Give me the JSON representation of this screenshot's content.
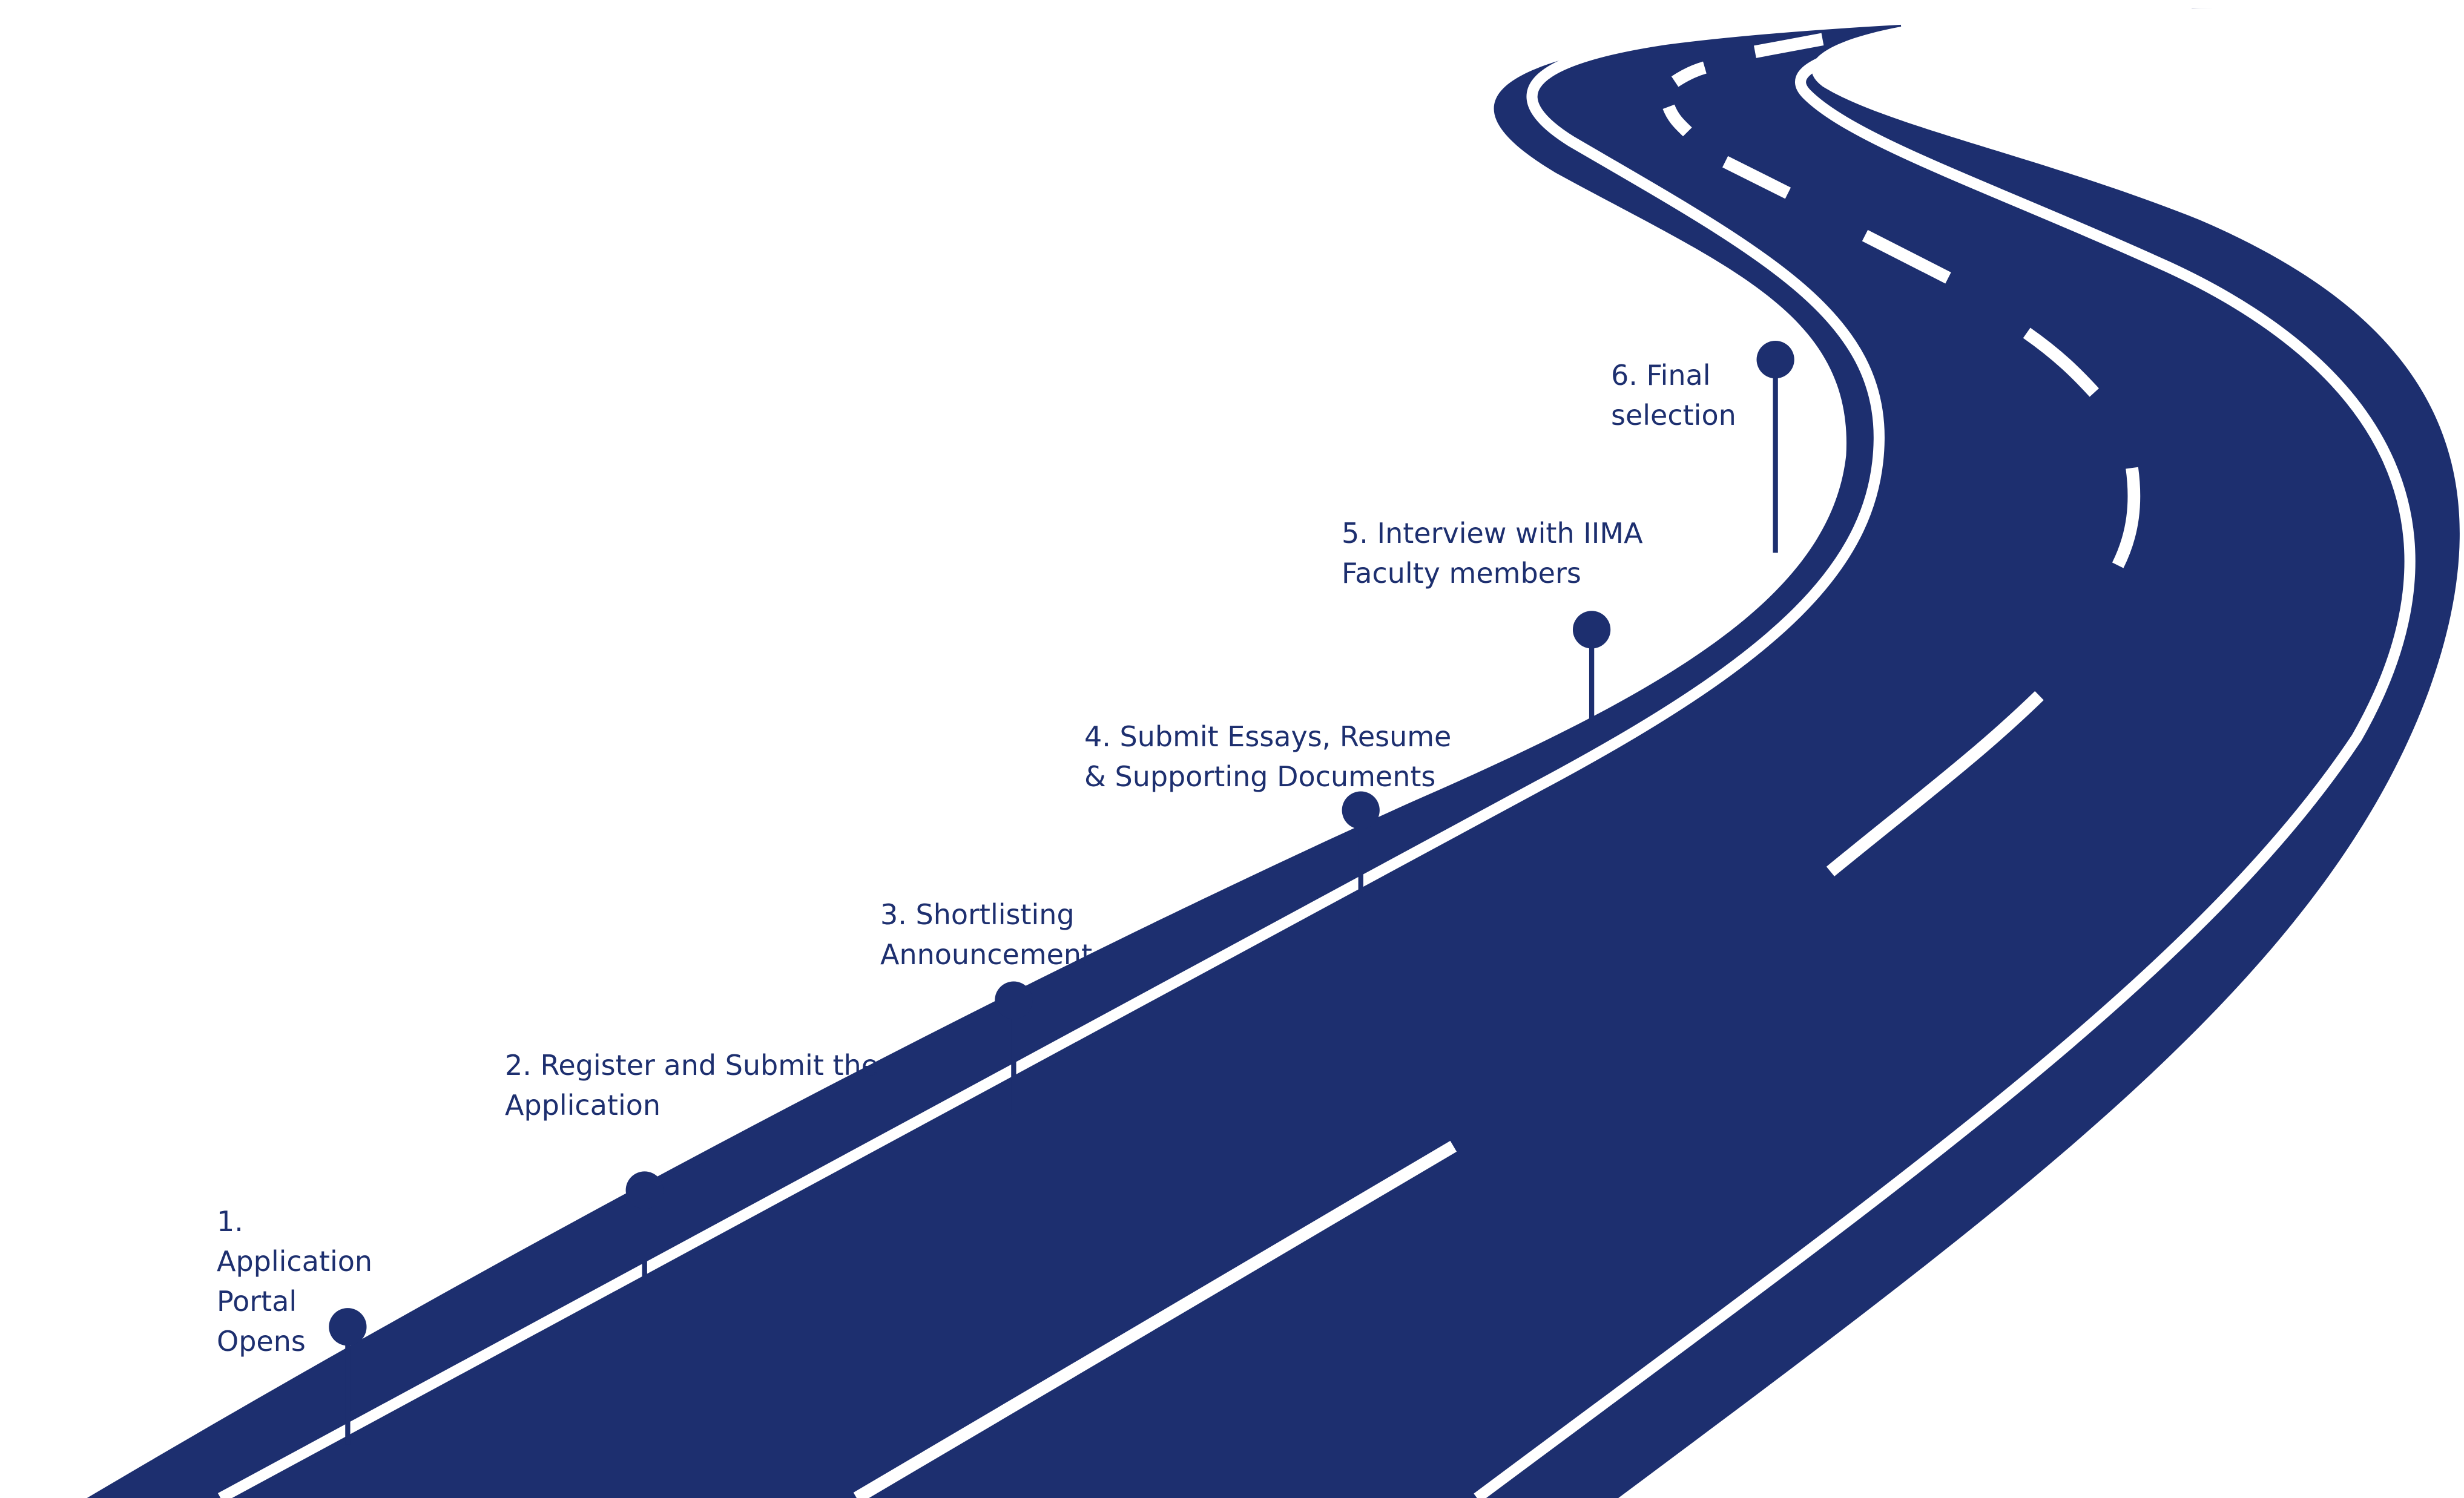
{
  "colors": {
    "road": "#1d2f6f",
    "markings": "#ffffff",
    "text": "#1d2f6f",
    "background": "#ffffff"
  },
  "steps": [
    {
      "label": "1.\nApplication\nPortal\nOpens"
    },
    {
      "label": "2. Register and Submit the\nApplication"
    },
    {
      "label": "3. Shortlisting\nAnnouncement"
    },
    {
      "label": "4. Submit Essays, Resume\n& Supporting Documents"
    },
    {
      "label": "5. Interview with IIMA\nFaculty members"
    },
    {
      "label": "6. Final\nselection"
    }
  ]
}
